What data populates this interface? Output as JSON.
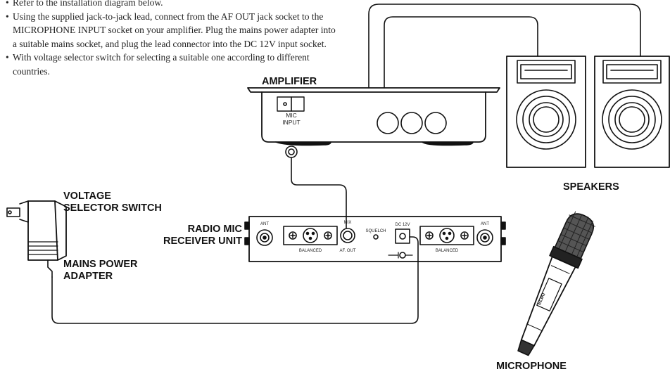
{
  "instructions": [
    "Refer to the installation diagram below.",
    "Using the supplied jack-to-jack lead, connect from the AF OUT jack socket to the MICROPHONE INPUT socket on your amplifier. Plug the mains power adapter into a suitable mains socket, and plug the lead connector into the DC 12V input socket.",
    "With voltage selector switch for selecting a suitable one according to different countries."
  ],
  "labels": {
    "amplifier": "AMPLIFIER",
    "speakers": "SPEAKERS",
    "voltage_selector_line1": "VOLTAGE",
    "voltage_selector_line2": "SELECTOR SWITCH",
    "receiver_line1": "RADIO MIC",
    "receiver_line2": "RECEIVER UNIT",
    "mains_line1": "MAINS POWER",
    "mains_line2": "ADAPTER",
    "microphone": "MICROPHONE"
  },
  "amplifier_panel": {
    "mic_label_line1": "MIC",
    "mic_label_line2": "INPUT"
  },
  "receiver_panel": {
    "ant_left": "ANT",
    "ant_right": "ANT",
    "balanced_left": "BALANCED",
    "balanced_right": "BALANCED",
    "mix": "MIX",
    "af_out": "AF. OUT",
    "squelch": "SQUELCH",
    "dc_12v": "DC 12V"
  },
  "microphone_badge": "ELIKI"
}
